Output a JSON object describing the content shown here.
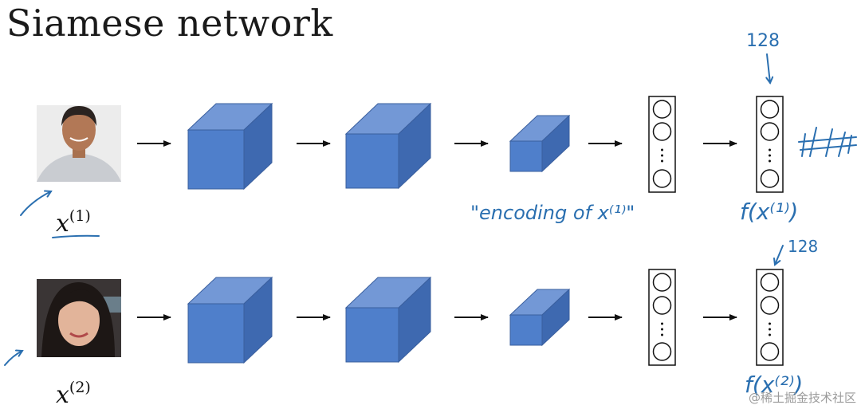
{
  "title": "Siamese network",
  "inputs": [
    {
      "symbol": "x",
      "superscript": "(1)",
      "photo": "face-photo-man"
    },
    {
      "symbol": "x",
      "superscript": "(2)",
      "photo": "face-photo-woman"
    }
  ],
  "annotations": {
    "encoding_note": "\"encoding of x⁽¹⁾\"",
    "output_top": "f(x⁽¹⁾)",
    "output_bottom": "f(x⁽²⁾)",
    "size_top": "128",
    "size_bottom": "128"
  },
  "watermark": "@稀土掘金技术社区",
  "colors": {
    "cube": "#4f7fcb",
    "ink": "#2a6fb0"
  }
}
